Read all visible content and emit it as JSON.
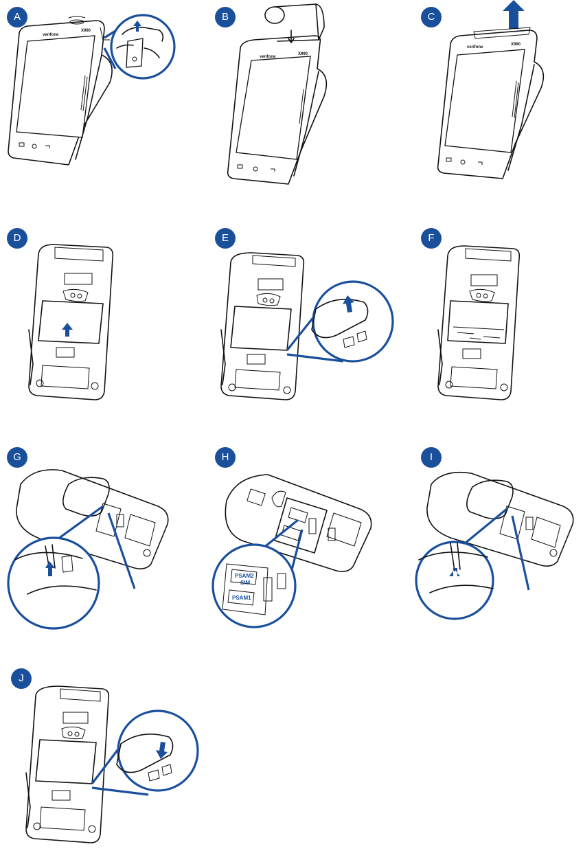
{
  "steps": [
    {
      "label": "A"
    },
    {
      "label": "B"
    },
    {
      "label": "C"
    },
    {
      "label": "D"
    },
    {
      "label": "E"
    },
    {
      "label": "F"
    },
    {
      "label": "G"
    },
    {
      "label": "H"
    },
    {
      "label": "I"
    },
    {
      "label": "J"
    }
  ],
  "device": {
    "brand": "verifone",
    "model": "X990"
  },
  "slots": {
    "sam2": "PSAM2",
    "sam1": "PSAM1",
    "sim": "SIM"
  },
  "colors": {
    "accent": "#1a4f9c",
    "line": "#111111",
    "background": "#ffffff"
  }
}
